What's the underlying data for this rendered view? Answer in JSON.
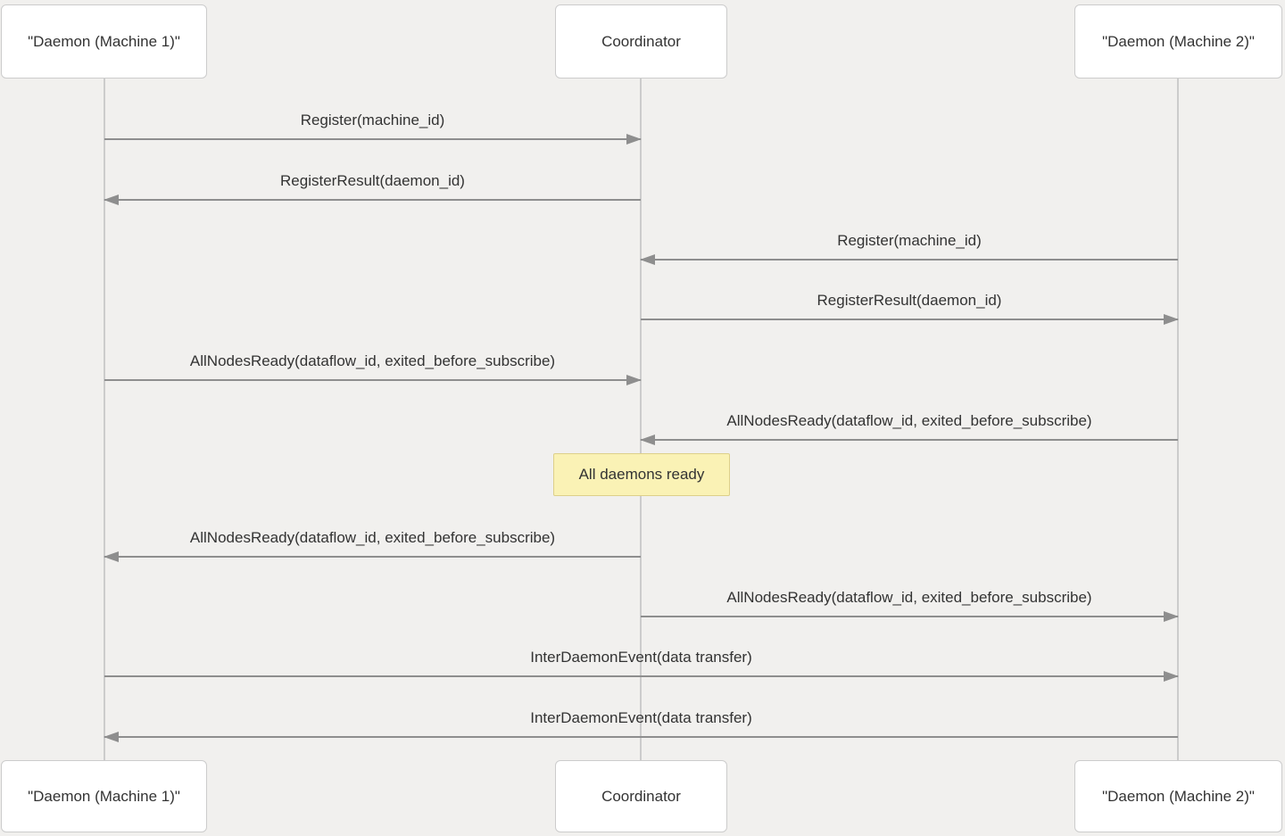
{
  "diagram": {
    "type": "sequence-diagram",
    "participants": [
      {
        "id": "daemon1",
        "label": "\"Daemon (Machine 1)\""
      },
      {
        "id": "coordinator",
        "label": "Coordinator"
      },
      {
        "id": "daemon2",
        "label": "\"Daemon (Machine 2)\""
      }
    ],
    "messages": [
      {
        "label": "Register(machine_id)",
        "from": "daemon1",
        "to": "coordinator"
      },
      {
        "label": "RegisterResult(daemon_id)",
        "from": "coordinator",
        "to": "daemon1"
      },
      {
        "label": "Register(machine_id)",
        "from": "daemon2",
        "to": "coordinator"
      },
      {
        "label": "RegisterResult(daemon_id)",
        "from": "coordinator",
        "to": "daemon2"
      },
      {
        "label": "AllNodesReady(dataflow_id, exited_before_subscribe)",
        "from": "daemon1",
        "to": "coordinator"
      },
      {
        "label": "AllNodesReady(dataflow_id, exited_before_subscribe)",
        "from": "daemon2",
        "to": "coordinator"
      },
      {
        "label": "AllNodesReady(dataflow_id, exited_before_subscribe)",
        "from": "coordinator",
        "to": "daemon1"
      },
      {
        "label": "AllNodesReady(dataflow_id, exited_before_subscribe)",
        "from": "coordinator",
        "to": "daemon2"
      },
      {
        "label": "InterDaemonEvent(data transfer)",
        "from": "daemon1",
        "to": "daemon2"
      },
      {
        "label": "InterDaemonEvent(data transfer)",
        "from": "daemon2",
        "to": "daemon1"
      }
    ],
    "note": {
      "label": "All daemons ready",
      "over": "coordinator"
    },
    "colors": {
      "background": "#f1f0ee",
      "participant_fill": "#ffffff",
      "participant_border": "#cccccc",
      "lifeline": "#cccccc",
      "arrow": "#8e8e8e",
      "note_fill": "#faf2b5",
      "note_border": "#ddd08a",
      "text": "#333333"
    }
  }
}
